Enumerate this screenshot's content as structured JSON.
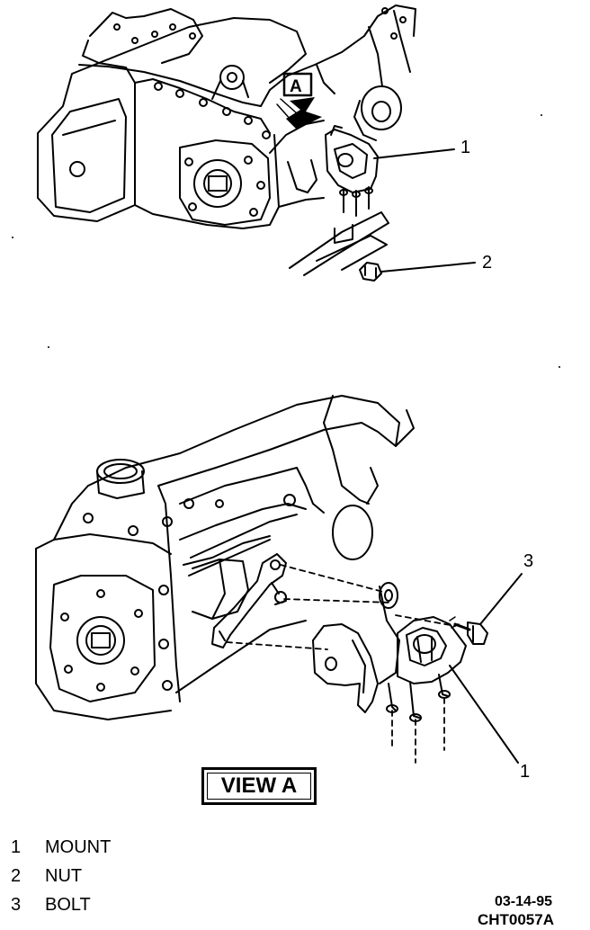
{
  "callouts": {
    "top_mount": "1",
    "top_nut": "2",
    "bottom_bolt": "3",
    "bottom_mount": "1",
    "view_arrow": "A"
  },
  "view_label": "VIEW A",
  "legend": [
    {
      "num": "1",
      "label": "MOUNT"
    },
    {
      "num": "2",
      "label": "NUT"
    },
    {
      "num": "3",
      "label": "BOLT"
    }
  ],
  "date_code": "03-14-95",
  "figure_id": "CHT0057A"
}
